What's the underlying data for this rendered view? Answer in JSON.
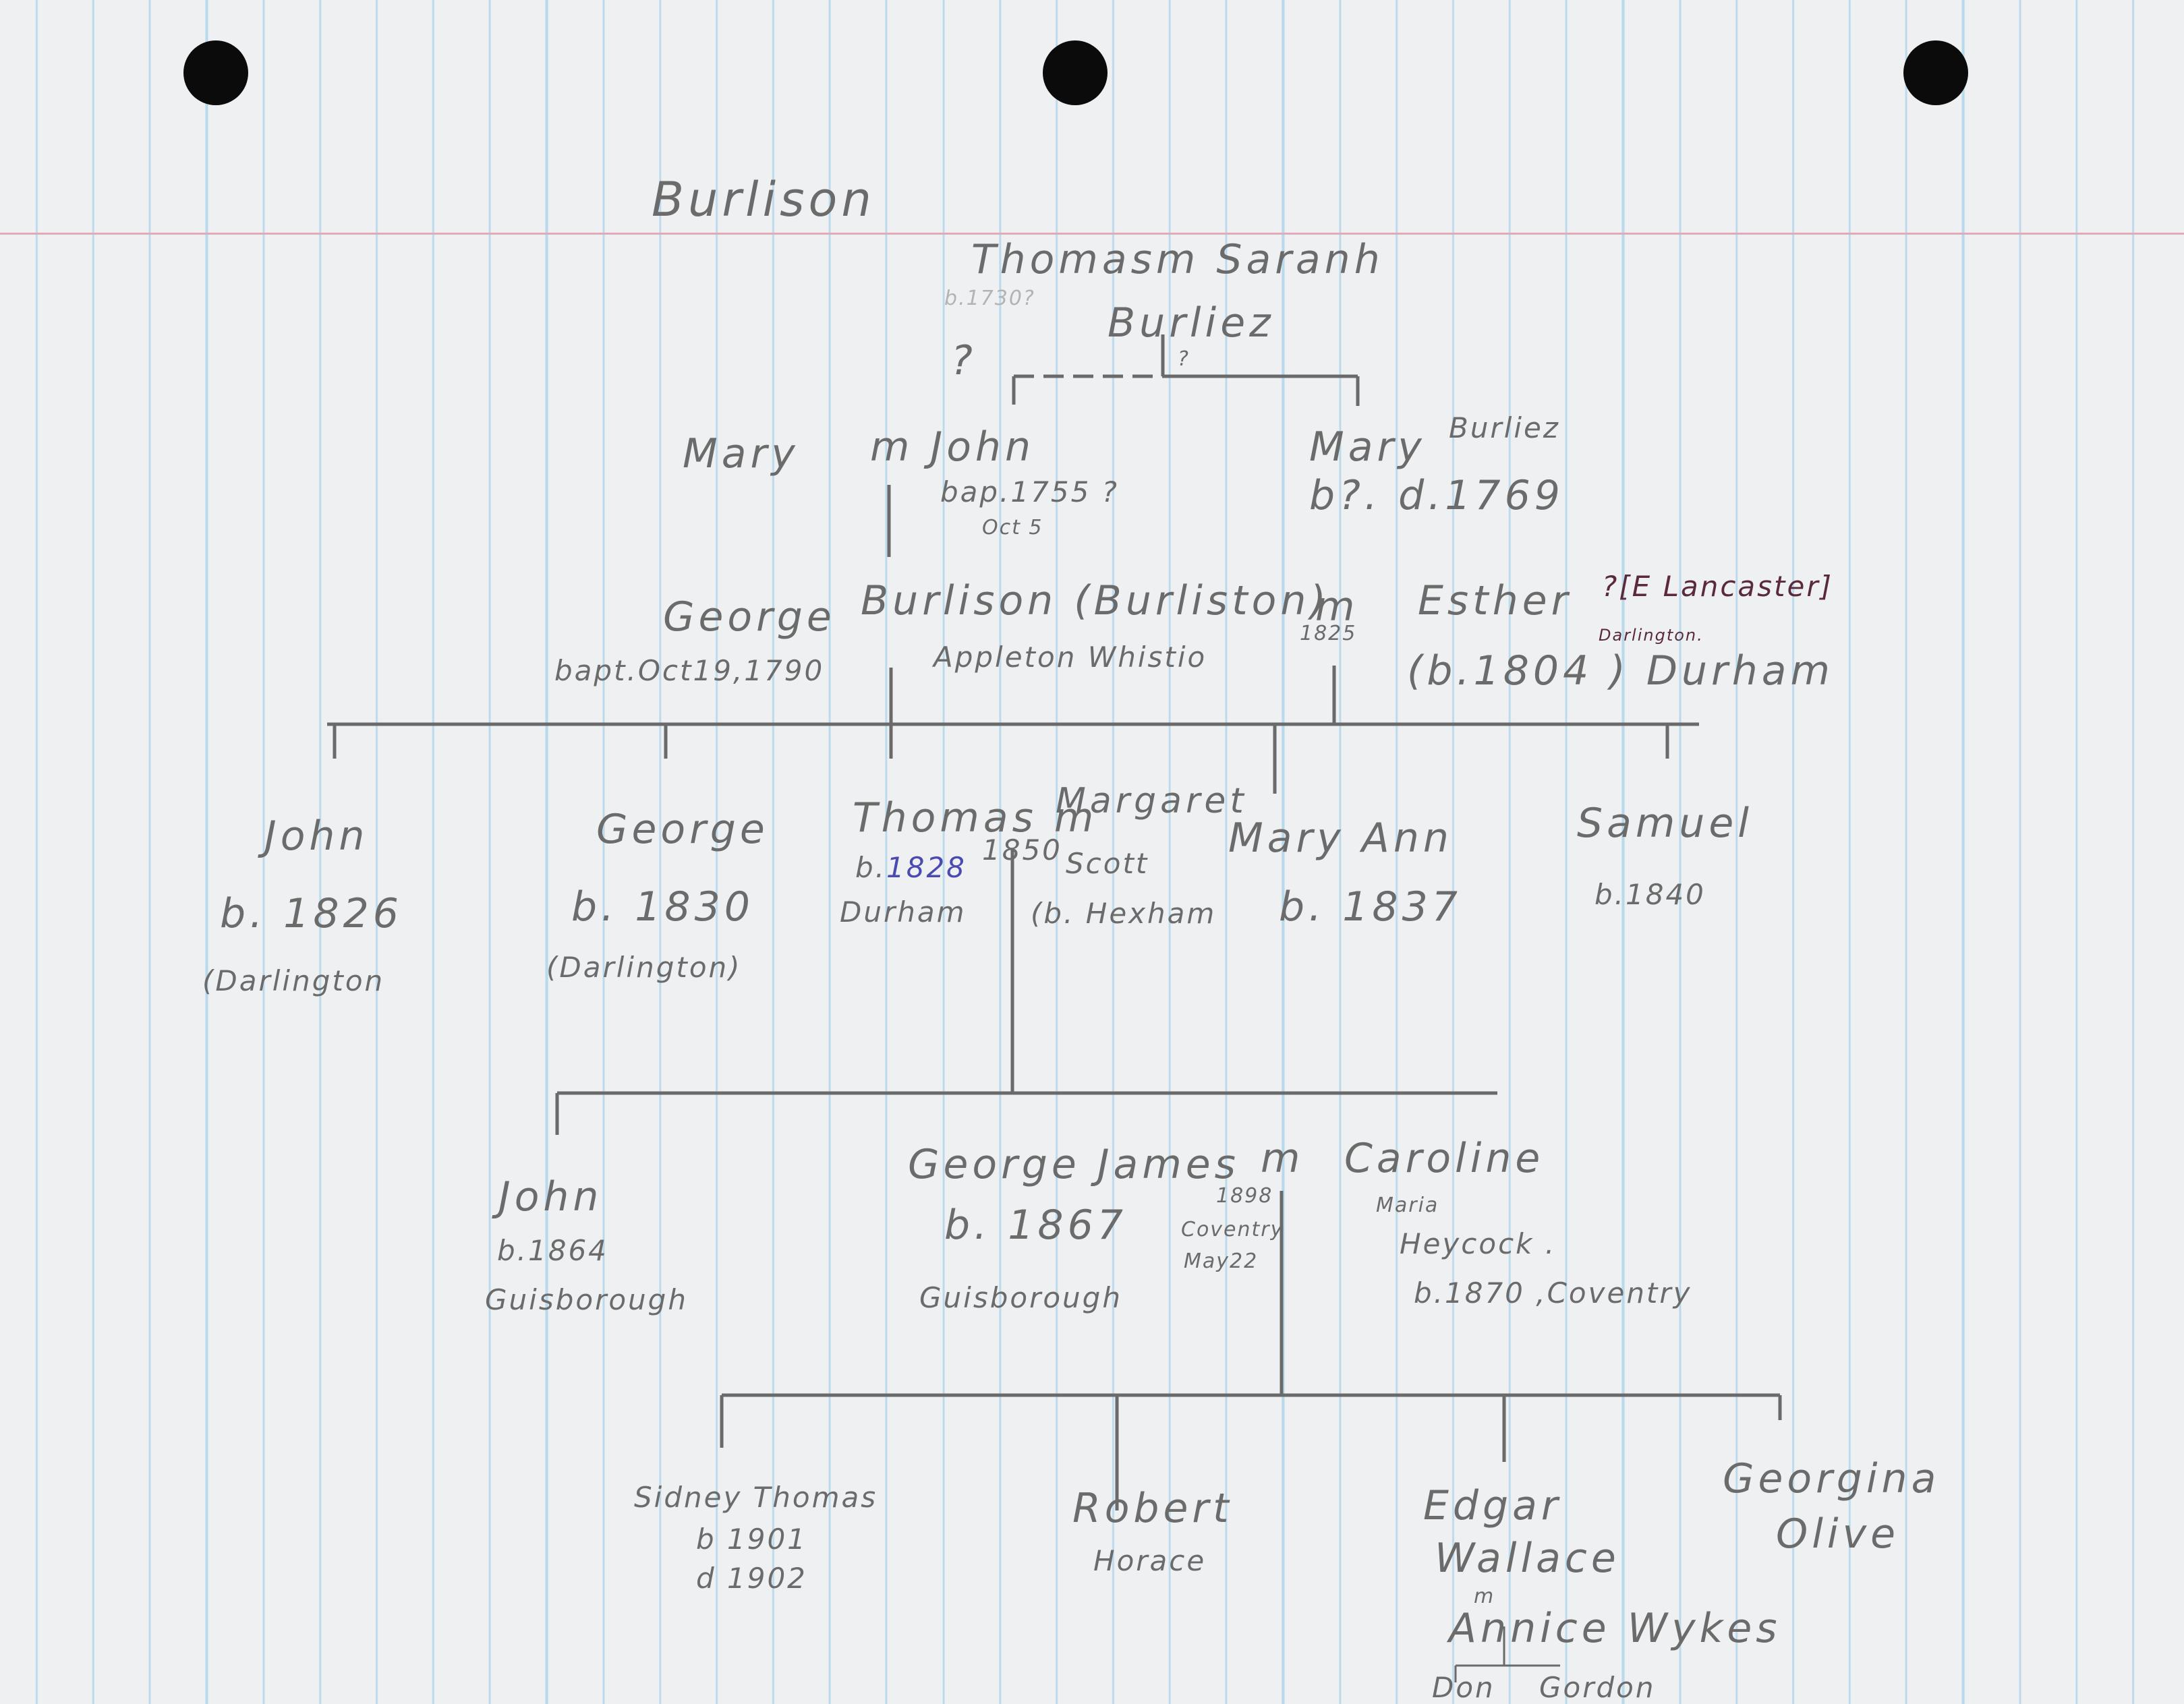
{
  "title": "Burlison",
  "gen1": {
    "couple": "Thomasm Saranh",
    "note": "b.1730?",
    "surname": "Burliez",
    "q_left": "?",
    "q_mid": "?"
  },
  "gen2": {
    "mary_spouse": "Mary",
    "john": "m John",
    "john_bap": "bap.1755 ?",
    "john_date": "Oct 5",
    "mary_sibling": "Mary",
    "mary_surname": "Burliez",
    "mary_dates": "b?. d.1769"
  },
  "gen3": {
    "george": "George",
    "burlison": "Burlison (Burliston)",
    "bapt": "bapt.Oct19,1790",
    "place": "Appleton Whistio",
    "m": "m",
    "marr_year": "1825",
    "esther": "Esther",
    "lancaster": "?[E Lancaster]",
    "darlington": "Darlington.",
    "esther_birth": "(b.1804 ) Durham"
  },
  "gen4": [
    {
      "name": "John",
      "birth": "b. 1826",
      "place": "(Darlington"
    },
    {
      "name": "George",
      "birth": "b. 1830",
      "place": "(Darlington)"
    },
    {
      "name": "Thomas m",
      "birth_prefix": "b.",
      "birth_year": "1828",
      "place": "Durham",
      "spouse": "Margaret",
      "spouse_surname": "Scott",
      "spouse_birth": "(b. Hexham",
      "marr_year": "1850"
    },
    {
      "name": "Mary Ann",
      "birth": "b. 1837"
    },
    {
      "name": "Samuel",
      "birth": "b.1840"
    }
  ],
  "gen5": {
    "john": {
      "name": "John",
      "birth": "b.1864",
      "place": "Guisborough"
    },
    "george": {
      "name": "George James",
      "birth": "b. 1867",
      "place": "Guisborough"
    },
    "m": "m",
    "marr_year": "1898",
    "marr_place": "Coventry",
    "marr_date": "May22",
    "caroline": {
      "name": "Caroline",
      "middle": "Maria",
      "surname": "Heycock .",
      "birth": "b.1870 ,Coventry"
    }
  },
  "gen6": {
    "sidney": {
      "name": "Sidney Thomas",
      "birth": "b 1901",
      "death": "d 1902"
    },
    "robert": {
      "name": "Robert",
      "middle": "Horace"
    },
    "edgar": {
      "name": "Edgar",
      "middle": "Wallace",
      "m": "m",
      "spouse": "Annice Wykes"
    },
    "georgina": {
      "name": "Georgina",
      "middle": "Olive"
    }
  },
  "gen7": {
    "don": "Don",
    "gordon": "Gordon"
  }
}
